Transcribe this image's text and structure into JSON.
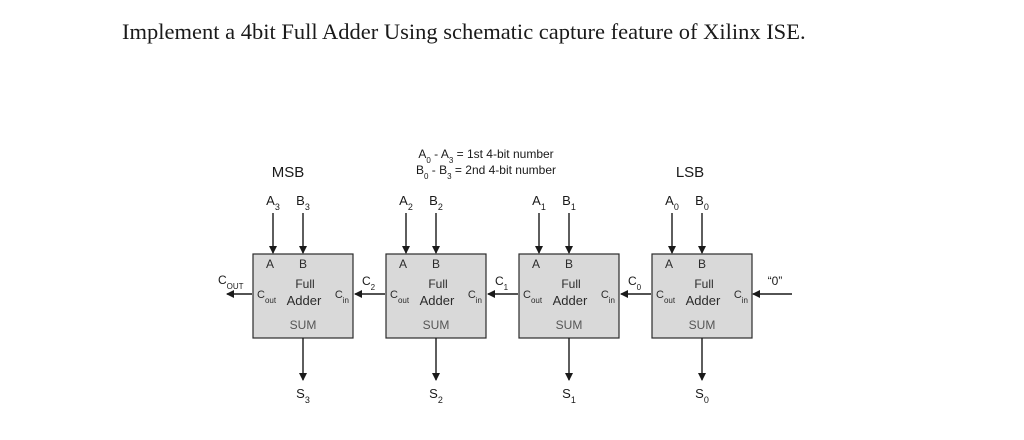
{
  "paragraph": "Implement a 4bit Full Adder Using schematic capture feature of Xilinx ISE.",
  "diagram": {
    "legend_a_base": "A",
    "legend_a_rest": " = 1st 4-bit number",
    "legend_b_base": "B",
    "legend_b_rest": " = 2nd 4-bit number",
    "legend_sub_from": "0",
    "legend_sub_to": "3",
    "legend_dash": " - ",
    "msb_label": "MSB",
    "lsb_label": "LSB",
    "cout_base": "C",
    "cout_sub": "OUT",
    "carry_in_value": "“0”",
    "block": {
      "line1": "Full",
      "line2": "Adder",
      "pin_a": "A",
      "pin_b": "B",
      "pin_sum": "SUM",
      "pin_cout_base": "C",
      "pin_cout_sub": "out",
      "pin_cin_base": "C",
      "pin_cin_sub": "in"
    },
    "stages": [
      {
        "input_a": "A",
        "input_b": "B",
        "index": "3",
        "sum": "S",
        "carry_out": "",
        "carry_sub": ""
      },
      {
        "input_a": "A",
        "input_b": "B",
        "index": "2",
        "sum": "S",
        "carry_out": "C",
        "carry_sub": "2"
      },
      {
        "input_a": "A",
        "input_b": "B",
        "index": "1",
        "sum": "S",
        "carry_out": "C",
        "carry_sub": "1"
      },
      {
        "input_a": "A",
        "input_b": "B",
        "index": "0",
        "sum": "S",
        "carry_out": "C",
        "carry_sub": "0"
      }
    ],
    "colors": {
      "block_fill": "#d9d9d9",
      "block_stroke": "#2b2b2b",
      "wire": "#1a1a1a"
    }
  }
}
